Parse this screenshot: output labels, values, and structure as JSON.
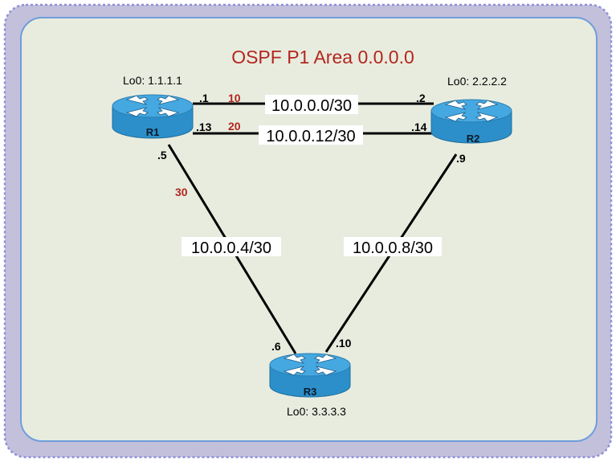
{
  "title": "OSPF P1 Area 0.0.0.0",
  "colors": {
    "outer_border": "#8f8fd8",
    "outer_fill": "#c3c0dc",
    "inner_border": "#6f9ed8",
    "inner_fill": "#e8ecdf",
    "title": "#b3261e",
    "cost": "#b3261e",
    "router_body": "#2c8fc9",
    "router_top": "#46a8e0"
  },
  "icons": {
    "router": "router-icon"
  },
  "routers": {
    "r1": {
      "name": "R1",
      "loopback": "Lo0: 1.1.1.1"
    },
    "r2": {
      "name": "R2",
      "loopback": "Lo0: 2.2.2.2"
    },
    "r3": {
      "name": "R3",
      "loopback": "Lo0: 3.3.3.3"
    }
  },
  "links": {
    "r1_r2_a": {
      "network": "10.0.0.0/30",
      "r1_ip": ".1",
      "r2_ip": ".2",
      "cost": "10"
    },
    "r1_r2_b": {
      "network": "10.0.0.12/30",
      "r1_ip": ".13",
      "r2_ip": ".14",
      "cost": "20"
    },
    "r1_r3": {
      "network": "10.0.0.4/30",
      "r1_ip": ".5",
      "r3_ip": ".6",
      "cost": "30"
    },
    "r2_r3": {
      "network": "10.0.0.8/30",
      "r2_ip": ".9",
      "r3_ip": ".10"
    }
  }
}
